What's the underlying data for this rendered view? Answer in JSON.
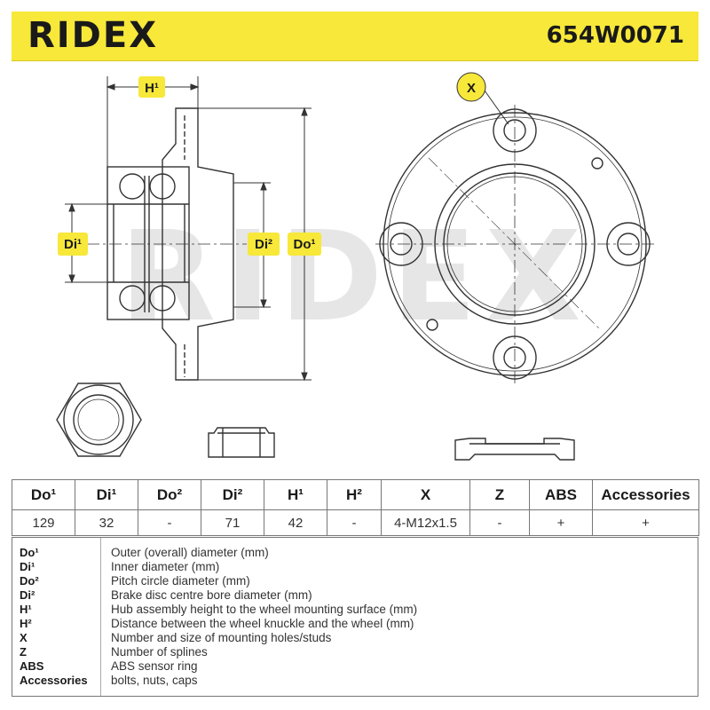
{
  "header": {
    "brand": "RIDEX",
    "part_number": "654W0071"
  },
  "drawing": {
    "watermark": "RIDEX",
    "dim_labels": {
      "h1": "H¹",
      "di1": "Di¹",
      "di2": "Di²",
      "do1": "Do¹",
      "x": "X"
    }
  },
  "spec_table": {
    "headers": [
      "Do¹",
      "Di¹",
      "Do²",
      "Di²",
      "H¹",
      "H²",
      "X",
      "Z",
      "ABS",
      "Accessories"
    ],
    "values": [
      "129",
      "32",
      "-",
      "71",
      "42",
      "-",
      "4-M12x1.5",
      "-",
      "+",
      "+"
    ]
  },
  "legend": [
    {
      "key": "Do¹",
      "desc": "Outer (overall) diameter (mm)"
    },
    {
      "key": "Di¹",
      "desc": "Inner diameter (mm)"
    },
    {
      "key": "Do²",
      "desc": "Pitch circle diameter (mm)"
    },
    {
      "key": "Di²",
      "desc": "Brake disc centre bore diameter (mm)"
    },
    {
      "key": "H¹",
      "desc": "Hub assembly height to the wheel mounting surface (mm)"
    },
    {
      "key": "H²",
      "desc": "Distance between the wheel knuckle and the wheel (mm)"
    },
    {
      "key": "X",
      "desc": "Number and size of mounting holes/studs"
    },
    {
      "key": "Z",
      "desc": "Number of splines"
    },
    {
      "key": "ABS",
      "desc": "ABS sensor ring"
    },
    {
      "key": "Accessories",
      "desc": "bolts, nuts, caps"
    }
  ],
  "colors": {
    "header_bg": "#f7e83a",
    "badge_bg": "#f7e83a",
    "line": "#333333"
  }
}
